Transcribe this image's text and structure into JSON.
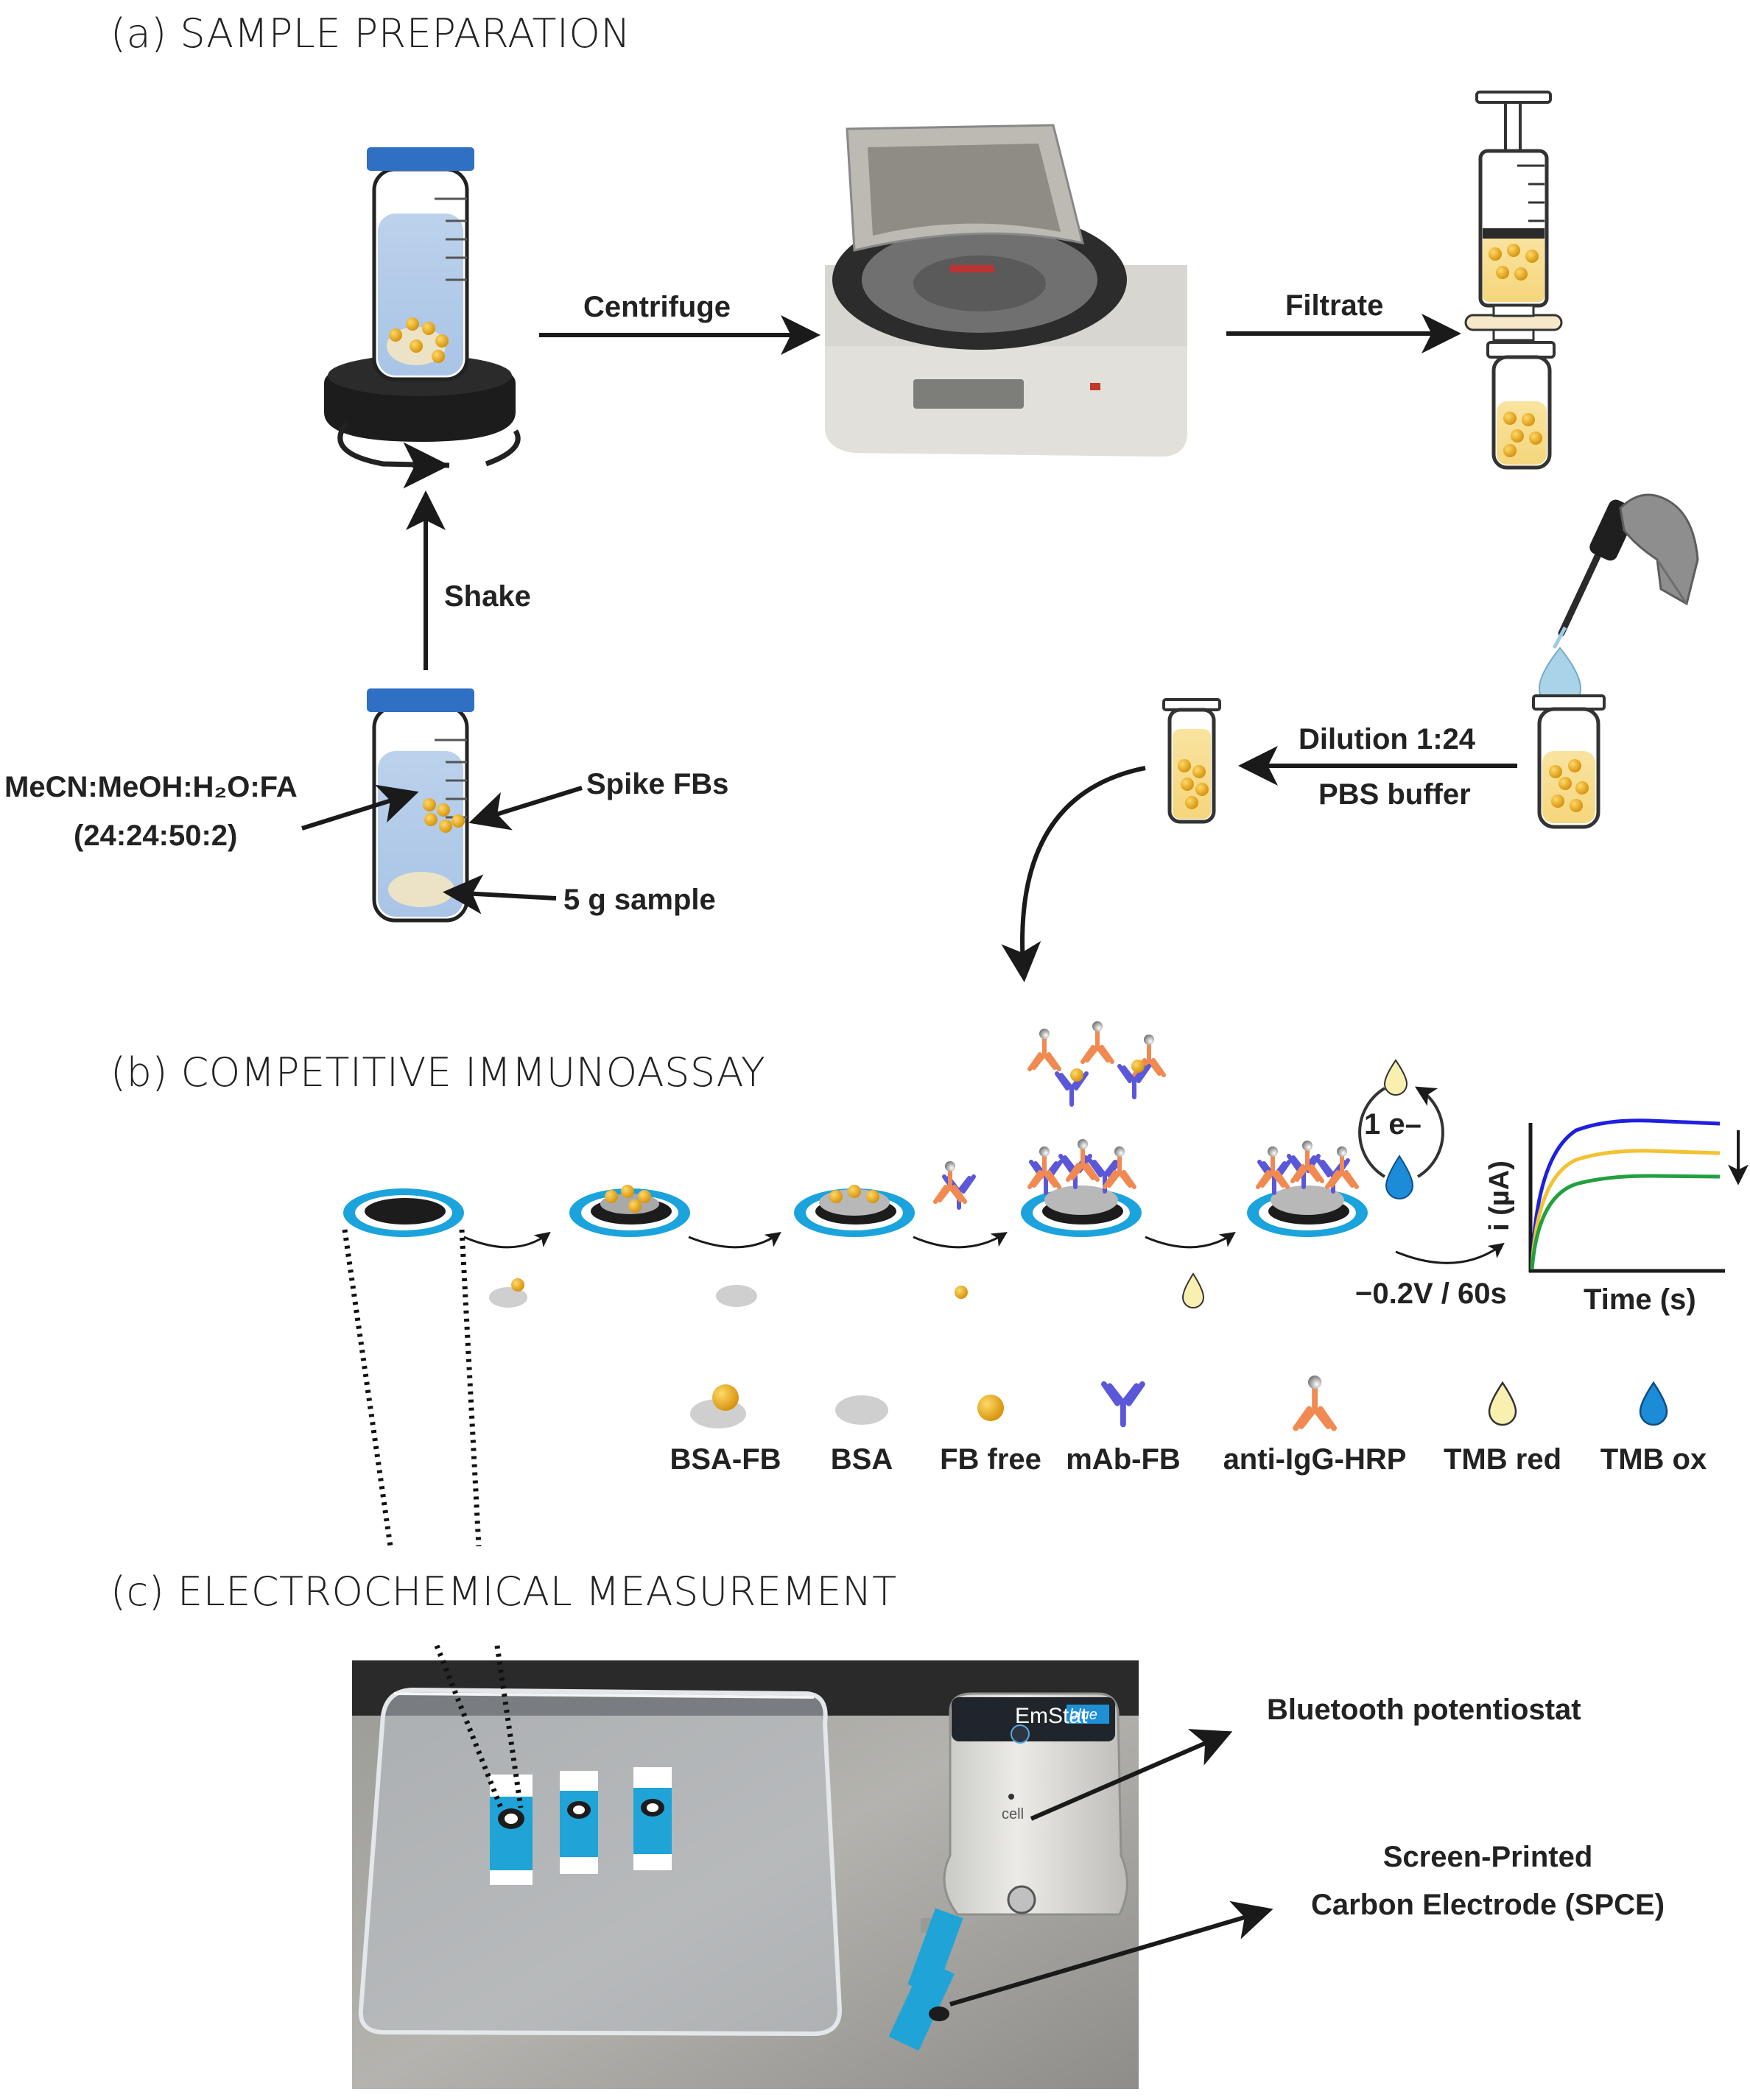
{
  "sections": {
    "a_title": "(a) SAMPLE PREPARATION",
    "b_title": "(b) COMPETITIVE IMMUNOASSAY",
    "c_title": "(c) ELECTROCHEMICAL MEASUREMENT"
  },
  "prep": {
    "centrifuge": "Centrifuge",
    "filtrate": "Filtrate",
    "shake": "Shake",
    "solvent_line1": "MeCN:MeOH:H₂O:FA",
    "solvent_line2": "(24:24:50:2)",
    "spike": "Spike FBs",
    "sample": "5 g sample",
    "dilution": "Dilution 1:24",
    "buffer": "PBS buffer"
  },
  "assay": {
    "electron": "1 e–",
    "potential": "−0.2V / 60s",
    "ylabel": "i (µA)",
    "xlabel": "Time (s)"
  },
  "legend": [
    {
      "label": "BSA-FB",
      "icon": "bsa-fb-icon"
    },
    {
      "label": "BSA",
      "icon": "bsa-icon"
    },
    {
      "label": "FB free",
      "icon": "fb-free-icon"
    },
    {
      "label": "mAb-FB",
      "icon": "mab-fb-icon"
    },
    {
      "label": "anti-IgG-HRP",
      "icon": "anti-igg-hrp-icon"
    },
    {
      "label": "TMB red",
      "icon": "tmb-red-icon"
    },
    {
      "label": "TMB ox",
      "icon": "tmb-ox-icon"
    }
  ],
  "measurement": {
    "potentiostat": "Bluetooth potentiostat",
    "spce_line1": "Screen-Printed",
    "spce_line2": "Carbon Electrode (SPCE)",
    "device_brand": "EmStat",
    "device_brand_tag": "blue",
    "device_port": "cell"
  },
  "colors": {
    "electrode_blue": "#1aa3dc",
    "antibody_blue": "#5b57d9",
    "antibody_orange": "#f08a52",
    "gold": "#f2b01e",
    "curve_blue": "#1f1fe0",
    "curve_yellow": "#f2c230",
    "curve_green": "#22a040"
  }
}
